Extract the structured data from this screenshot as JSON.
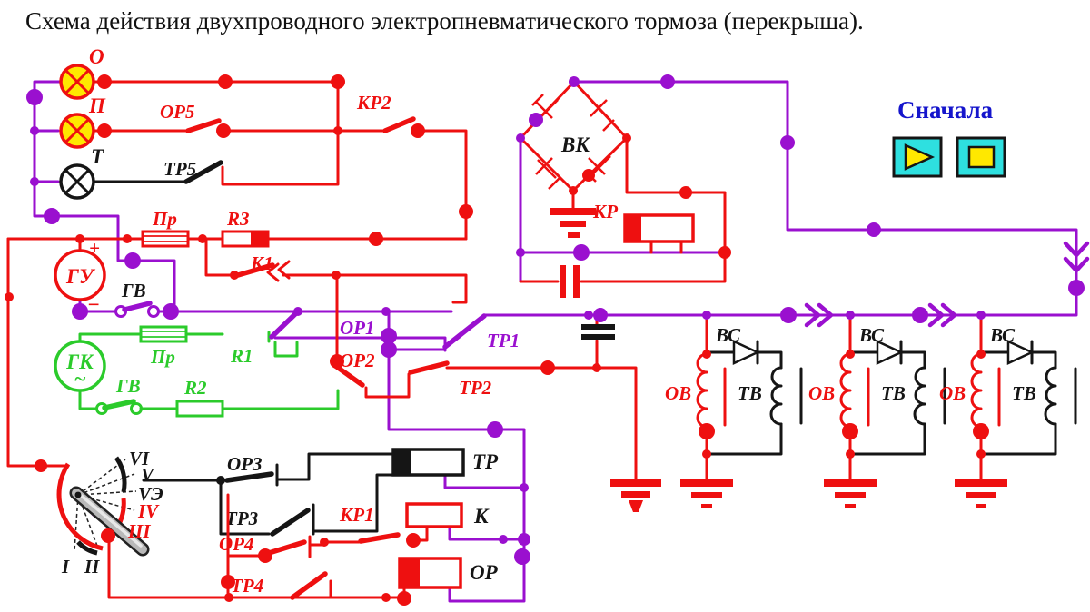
{
  "title": "Схема действия двухпроводного электропневматического тормоза (перекрыша).",
  "colors": {
    "wire_red": "#ee1010",
    "wire_purple": "#9a10cf",
    "wire_green": "#2bcb2b",
    "wire_black": "#151515",
    "lamp_yellow": "#ffe800",
    "button_cyan": "#2ee0e0",
    "button_yellow": "#ffe800",
    "heading_blue": "#1515cc"
  },
  "controls": {
    "heading": "Сначала"
  },
  "lamps": {
    "o": "О",
    "p": "П",
    "t": "Т"
  },
  "generators": {
    "gu": "ГУ",
    "plus": "+",
    "minus": "−",
    "gv": "ГВ",
    "gk": "ГК",
    "tilde": "~",
    "gv_green": "ГВ"
  },
  "components": {
    "pr_red": "Пр",
    "r3": "R3",
    "k1": "К1",
    "pr_green": "Пр",
    "r1": "R1",
    "r2": "R2",
    "vk": "ВК",
    "kr": "КР"
  },
  "switches": {
    "or5": "ОР5",
    "tr5": "ТР5",
    "kr2": "КР2",
    "or1": "ОР1",
    "or2": "ОР2",
    "tr1": "ТР1",
    "tr2": "ТР2",
    "or3": "ОР3",
    "tr3": "ТР3",
    "or4": "ОР4",
    "tr4": "ТР4",
    "kr1": "КР1"
  },
  "relays": {
    "tr": "ТР",
    "k": "К",
    "or": "ОР"
  },
  "units": [
    {
      "vs": "ВС",
      "ov": "ОВ",
      "tv": "ТВ"
    },
    {
      "vs": "ВС",
      "ov": "ОВ",
      "tv": "ТВ"
    },
    {
      "vs": "ВС",
      "ov": "ОВ",
      "tv": "ТВ"
    }
  ],
  "controller": {
    "positions": [
      "VI",
      "V",
      "VЭ",
      "IV",
      "III",
      "II",
      "I"
    ]
  }
}
